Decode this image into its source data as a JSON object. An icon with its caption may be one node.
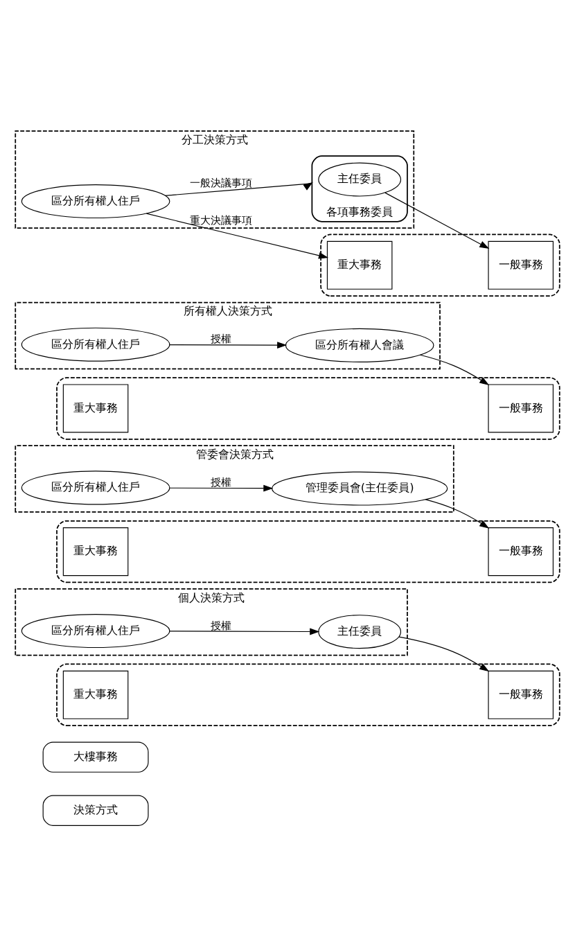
{
  "diagram": {
    "nodes": [
      {
        "text": [
          "決策方式"
        ]
      },
      {
        "text": [
          "大樓事務"
        ]
      },
      {
        "text": [
          "個人決策方式"
        ]
      },
      {
        "text": [
          "區分所有權人住戶"
        ],
        "in": 2
      },
      {
        "text": [
          "主任委員"
        ],
        "in": 2
      },
      {
        "text": [],
        "shape": "box"
      },
      {
        "text": [
          "一般事務"
        ],
        "in": 5
      },
      {
        "text": [
          "重大事務"
        ],
        "in": 5
      },
      {
        "text": [
          "管委會決策方式"
        ]
      },
      {
        "text": [
          "區分所有權人住戶"
        ],
        "in": 8
      },
      {
        "text": [
          "管理委員會(主任委員)"
        ],
        "in": 8
      },
      {
        "text": [],
        "shape": "box"
      },
      {
        "text": [
          "一般事務"
        ],
        "in": 11
      },
      {
        "text": [
          "重大事務"
        ],
        "in": 11
      },
      {
        "text": [
          "所有權人決策方式"
        ]
      },
      {
        "text": [
          "區分所有權人住戶"
        ],
        "in": 14
      },
      {
        "text": [
          "區分所有權人會議"
        ],
        "in": 14
      },
      {
        "text": [],
        "shape": "box"
      },
      {
        "text": [
          "一般事務"
        ],
        "in": 17
      },
      {
        "text": [
          "重大事務"
        ],
        "in": 17
      },
      {
        "text": [
          "分工決策方式"
        ]
      },
      {
        "text": [
          "區分所有權人住戶"
        ],
        "in": 20
      },
      {
        "text": [
          "各項事務委員"
        ],
        "in": 20
      },
      {
        "text": [
          "主任委員"
        ],
        "in": 22
      },
      {
        "text": [],
        "shape": "box"
      },
      {
        "text": [
          "一般事務"
        ],
        "in": 24
      },
      {
        "text": [
          "重大事務"
        ],
        "in": 24
      }
    ],
    "edges": [
      {
        "from": 3,
        "to": 4,
        "arrow": "to",
        "label": "授權"
      },
      {
        "from": 4,
        "to": 6,
        "arrow": "to"
      },
      {
        "from": 9,
        "to": 10,
        "arrow": "to",
        "label": "授權"
      },
      {
        "from": 10,
        "to": 12,
        "arrow": "to"
      },
      {
        "from": 15,
        "to": 16,
        "arrow": "to",
        "label": "授權"
      },
      {
        "from": 16,
        "to": 18,
        "arrow": "to"
      },
      {
        "from": 21,
        "to": 26,
        "arrow": "to",
        "label": "重大決議事項"
      },
      {
        "from": 21,
        "to": 22,
        "arrow": "to",
        "label": "一般決議事項"
      },
      {
        "from": 23,
        "to": 25,
        "arrow": "to"
      }
    ]
  }
}
